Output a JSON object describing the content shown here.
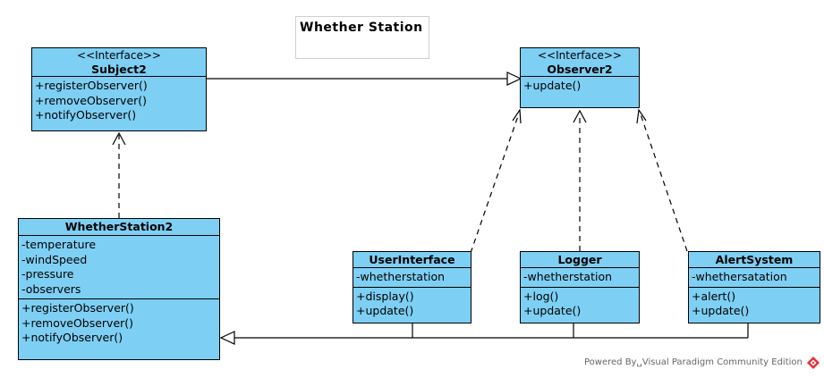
{
  "title": "Whether Station",
  "footer": "Powered By␣Visual Paradigm Community Edition",
  "colors": {
    "class_fill": "#7ecff4",
    "border": "#000000",
    "logo": "#e0333a"
  },
  "classes": {
    "subject": {
      "stereotype": "<<Interface>>",
      "name": "Subject2",
      "operations": [
        "+registerObserver()",
        "+removeObserver()",
        "+notifyObserver()"
      ]
    },
    "observer": {
      "stereotype": "<<Interface>>",
      "name": "Observer2",
      "operations": [
        "+update()"
      ]
    },
    "station": {
      "name": "WhetherStation2",
      "attributes": [
        "-temperature",
        "-windSpeed",
        "-pressure",
        "-observers"
      ],
      "operations": [
        "+registerObserver()",
        "+removeObserver()",
        "+notifyObserver()"
      ]
    },
    "ui": {
      "name": "UserInterface",
      "attributes": [
        "-whetherstation"
      ],
      "operations": [
        "+display()",
        "+update()"
      ]
    },
    "logger": {
      "name": "Logger",
      "attributes": [
        "-whetherstation"
      ],
      "operations": [
        "+log()",
        "+update()"
      ]
    },
    "alert": {
      "name": "AlertSystem",
      "attributes": [
        "-whethersatation"
      ],
      "operations": [
        "+alert()",
        "+update()"
      ]
    }
  }
}
